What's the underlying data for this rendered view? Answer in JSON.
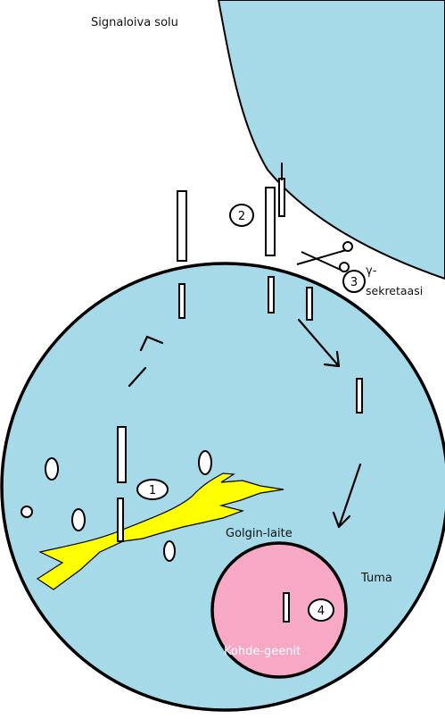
{
  "labels": {
    "signaling_cell": "Signaloiva solu",
    "gamma": "γ-",
    "secretase": "sekretaasi",
    "golgi": "Golgin-laite",
    "nucleus": "Tuma",
    "target_genes": "Kohde-geenit"
  },
  "steps": [
    "1",
    "2",
    "3",
    "4"
  ],
  "colors": {
    "cytoplasm": "#a6dae9",
    "nucleus": "#f7a8c4",
    "golgi": "#ffff00",
    "outline": "#000000"
  }
}
